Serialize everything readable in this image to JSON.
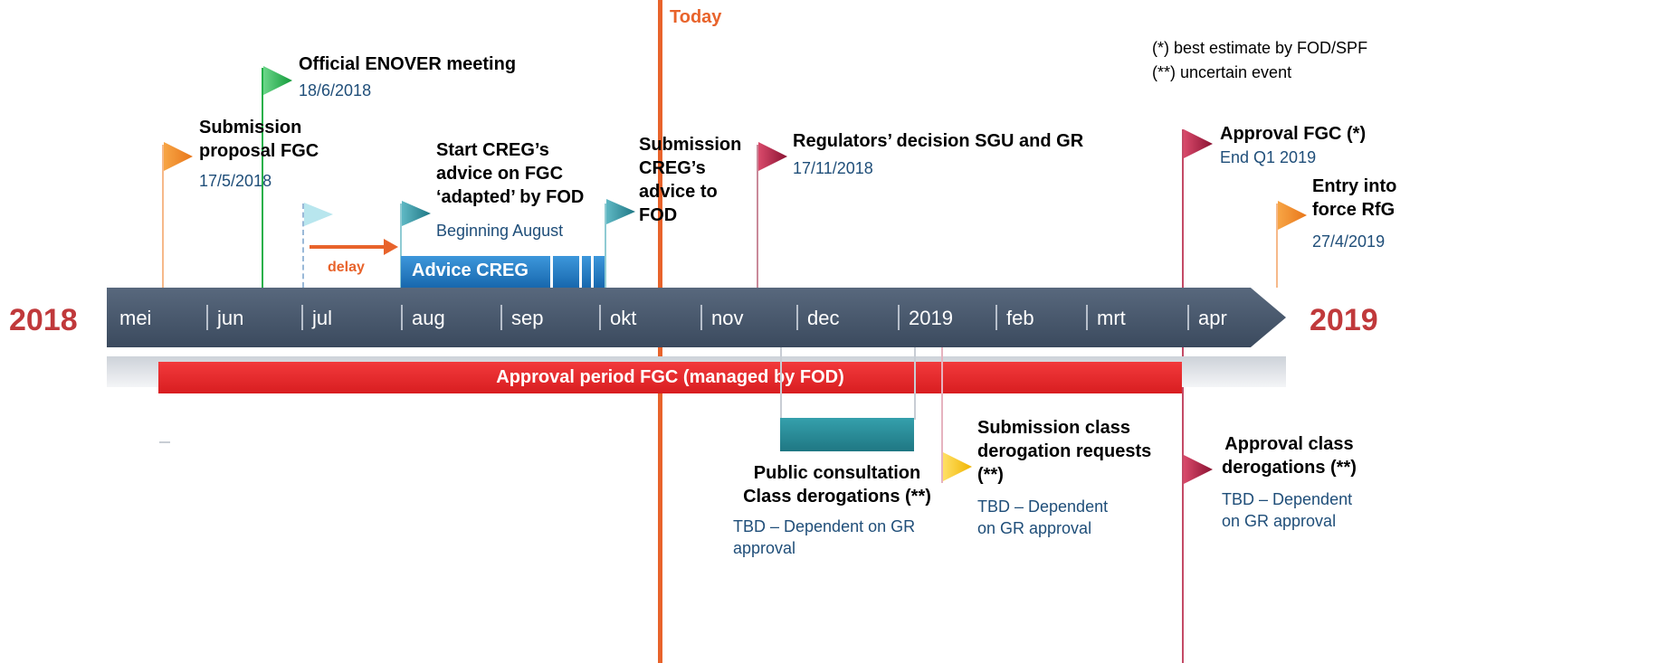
{
  "today_label": "Today",
  "year_left": "2018",
  "year_right": "2019",
  "months": [
    "mei",
    "jun",
    "jul",
    "aug",
    "sep",
    "okt",
    "nov",
    "dec",
    "2019",
    "feb",
    "mrt",
    "apr"
  ],
  "delay_label": "delay",
  "advice_bar_label": "Advice CREG",
  "approval_bar_label": "Approval period FGC (managed by FOD)",
  "legend": [
    "(*) best estimate by FOD/SPF",
    "(**) uncertain event"
  ],
  "events": {
    "enover": {
      "title": "Official ENOVER meeting",
      "date": "18/6/2018"
    },
    "submission_fgc": {
      "title_lines": [
        "Submission",
        "proposal FGC"
      ],
      "date": "17/5/2018"
    },
    "start_creg": {
      "title_lines": [
        "Start CREG’s",
        "advice on FGC",
        "‘adapted’ by FOD"
      ],
      "date": "Beginning August"
    },
    "submission_creg": {
      "title_lines": [
        "Submission",
        "CREG’s",
        "advice to",
        "FOD"
      ]
    },
    "regulators": {
      "title": "Regulators’ decision SGU and GR",
      "date": "17/11/2018"
    },
    "approval_fgc": {
      "title": "Approval FGC (*)",
      "date": "End Q1 2019"
    },
    "entry_force": {
      "title_lines": [
        "Entry into",
        "force RfG"
      ],
      "date": "27/4/2019"
    },
    "public_consult": {
      "title_lines": [
        "Public consultation",
        "Class derogations (**)"
      ],
      "date_lines": [
        "TBD – Dependent on GR",
        "approval"
      ]
    },
    "submission_class": {
      "title_lines": [
        "Submission class",
        "derogation requests",
        "(**)"
      ],
      "date_lines": [
        "TBD – Dependent",
        "on GR approval"
      ]
    },
    "approval_class": {
      "title_lines": [
        "Approval class",
        "derogations (**)"
      ],
      "date_lines": [
        "TBD – Dependent",
        "on GR approval"
      ]
    }
  },
  "colors": {
    "today_line": "#e8632b",
    "timeline_bar": "#44546a",
    "approval_bar": "#e3282b",
    "advice_bar": "#1f7bc4",
    "consult_bar": "#2e8b96",
    "flag_orange": "#f39321",
    "flag_green": "#23b04a",
    "flag_teal": "#2a8c99",
    "flag_light_teal": "#9fdde6",
    "flag_crimson": "#a01a3c",
    "flag_yellow": "#f6c000"
  }
}
